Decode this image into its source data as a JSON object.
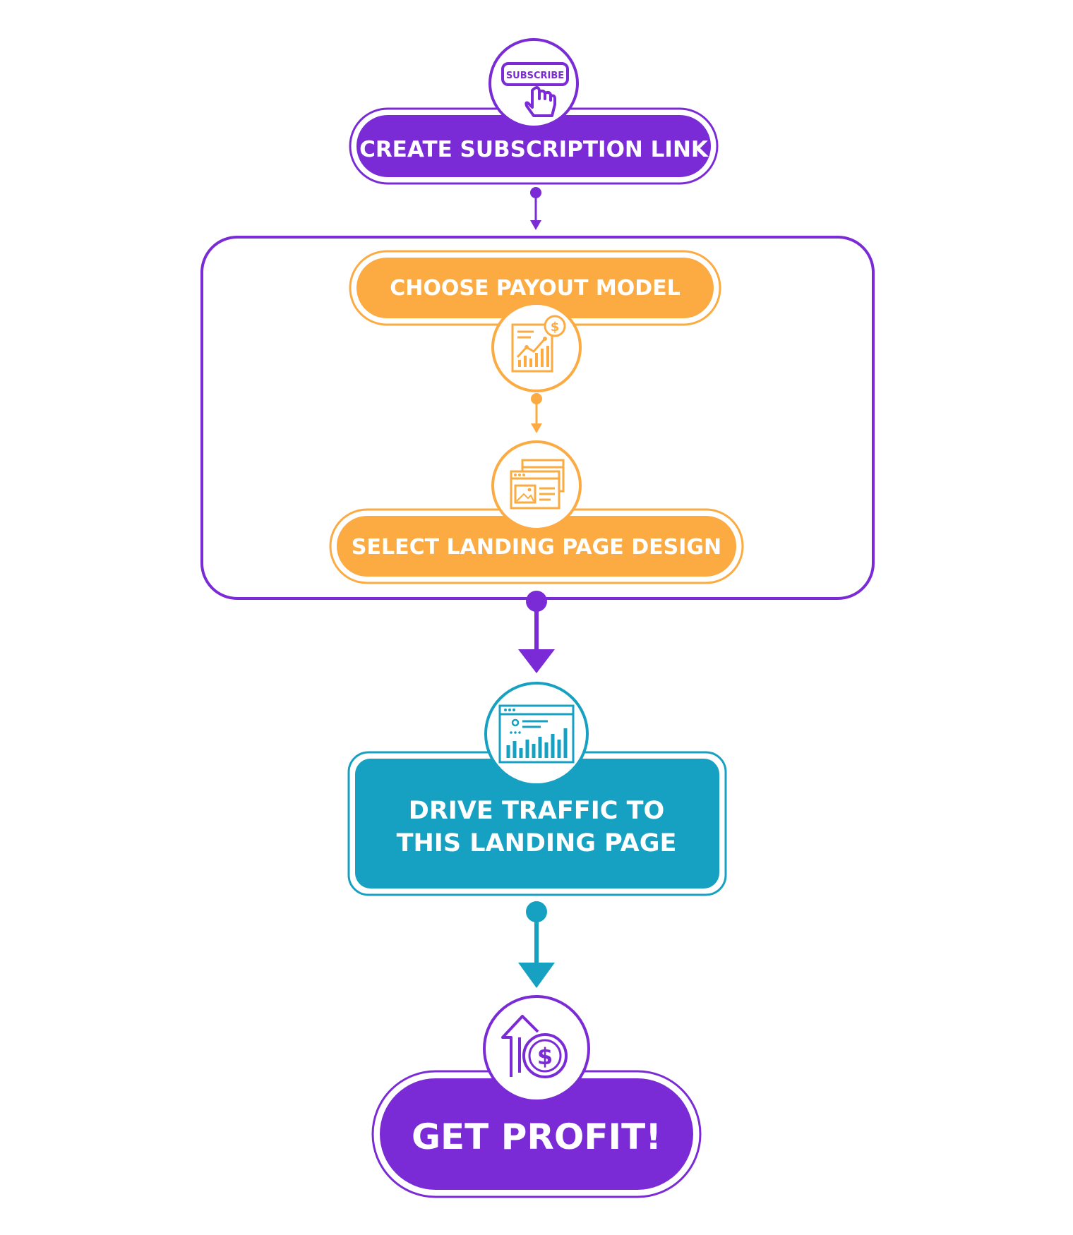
{
  "steps": {
    "subscription": {
      "label": "CREATE SUBSCRIPTION LINK",
      "icon_text": "SUBSCRIBE"
    },
    "payout": {
      "label": "CHOOSE PAYOUT MODEL"
    },
    "landing": {
      "label": "SELECT LANDING PAGE DESIGN"
    },
    "traffic": {
      "line1": "DRIVE TRAFFIC TO",
      "line2": "THIS LANDING PAGE"
    },
    "profit": {
      "label": "GET PROFIT!"
    }
  },
  "icons": {
    "subscription": "subscribe-button-icon",
    "payout": "financial-report-icon",
    "landing": "landing-page-icon",
    "traffic": "analytics-dashboard-icon",
    "profit": "profit-growth-icon"
  },
  "colors": {
    "purple": "#7a2bd6",
    "orange": "#fbab42",
    "teal": "#16a1c2",
    "white": "#ffffff"
  }
}
